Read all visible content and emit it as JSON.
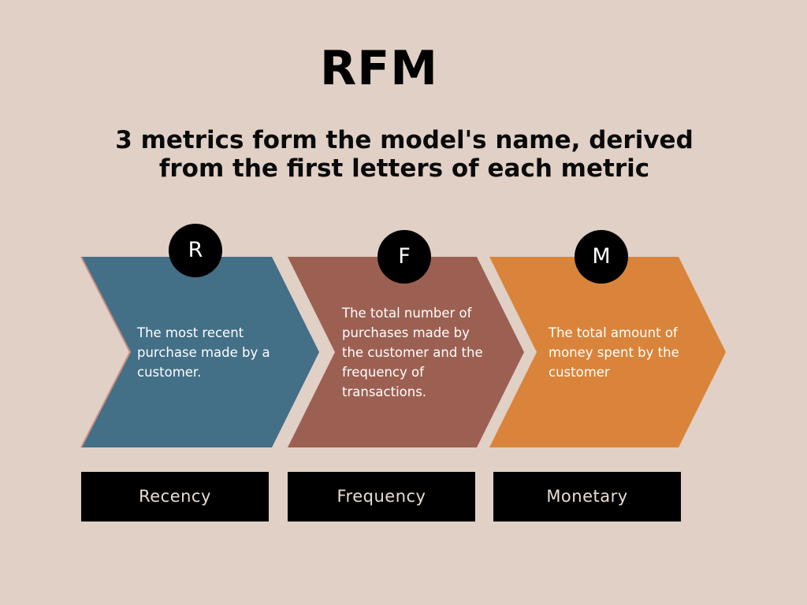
{
  "title": "RFM",
  "subtitle_line1": "3 metrics form the model's name, derived",
  "subtitle_line2": "from the first letters of each metric",
  "colors": {
    "background": "#e0d0c6",
    "recency": "#436f87",
    "frequency": "#9c6052",
    "monetary": "#d9843a",
    "badge": "#000000"
  },
  "metrics": [
    {
      "letter": "R",
      "desc_lines": [
        "The most recent",
        "purchase made by a",
        "customer."
      ],
      "label": "Recency"
    },
    {
      "letter": "F",
      "desc_lines": [
        "The total number of",
        "purchases made by",
        "the customer and the",
        "frequency of",
        "transactions."
      ],
      "label": "Frequency"
    },
    {
      "letter": "M",
      "desc_lines": [
        "The total amount of",
        "money spent by the",
        "customer"
      ],
      "label": "Monetary"
    }
  ]
}
